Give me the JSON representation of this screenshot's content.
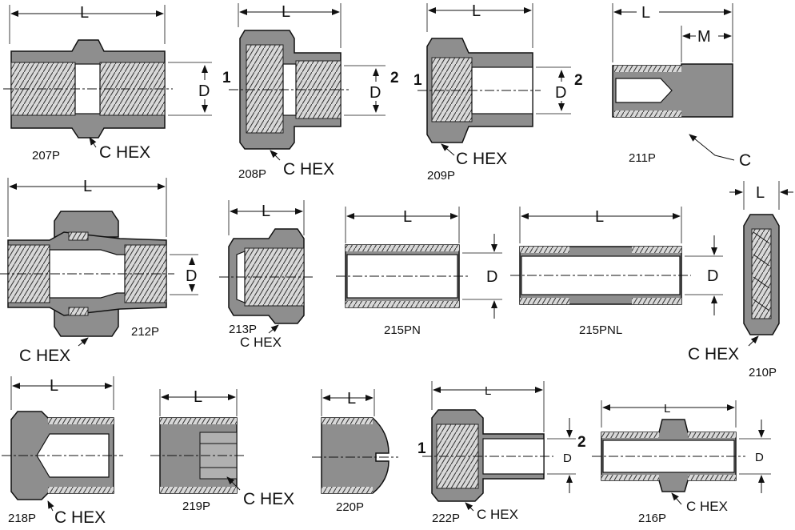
{
  "parts": {
    "p207": {
      "code": "207P",
      "hex": "C HEX",
      "L": "L",
      "D": "D"
    },
    "p208": {
      "code": "208P",
      "hex": "C HEX",
      "L": "L",
      "D": "D",
      "port1": "1",
      "port2": "2"
    },
    "p209": {
      "code": "209P",
      "hex": "C HEX",
      "L": "L",
      "D": "D",
      "port1": "1",
      "port2": "2"
    },
    "p211": {
      "code": "211P",
      "callout": "C",
      "L": "L",
      "M": "M"
    },
    "p212": {
      "code": "212P",
      "hex": "C HEX",
      "L": "L",
      "D": "D"
    },
    "p213": {
      "code": "213P",
      "hex": "C HEX",
      "L": "L"
    },
    "p215pn": {
      "code": "215PN",
      "L": "L",
      "D": "D"
    },
    "p215pnl": {
      "code": "215PNL",
      "L": "L",
      "D": "D"
    },
    "p210": {
      "code": "210P",
      "hex": "C HEX",
      "L": "L"
    },
    "p218": {
      "code": "218P",
      "hex": "C HEX",
      "L": "L"
    },
    "p219": {
      "code": "219P",
      "hex": "C HEX",
      "L": "L"
    },
    "p220": {
      "code": "220P",
      "L": "L"
    },
    "p222": {
      "code": "222P",
      "hex": "C HEX",
      "L": "L",
      "D": "D",
      "port1": "1",
      "port2": "2"
    },
    "p216": {
      "code": "216P",
      "hex": "C HEX",
      "L": "L",
      "D": "D"
    }
  },
  "colors": {
    "body": "#8e8e8e",
    "thread": "#d6d6d6",
    "line": "#111111"
  }
}
